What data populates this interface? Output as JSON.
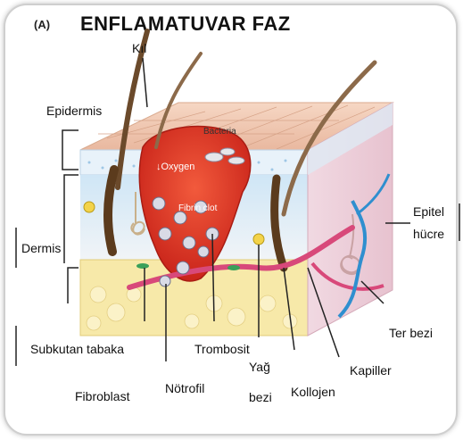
{
  "panel_tag": "(A)",
  "title": "ENFLAMATUVAR FAZ",
  "labels": {
    "kil": "Kıl",
    "epidermis": "Epidermis",
    "dermis": "Dermis",
    "subkutan": "Subkutan tabaka",
    "fibroblast": "Fibroblast",
    "notrofil": "Nötrofil",
    "trombosit": "Trombosit",
    "yag_line1": "Yağ",
    "yag_line2": "bezi",
    "kollojen": "Kollojen",
    "kapiller": "Kapiller",
    "ter_bezi": "Ter bezi",
    "epitel_line1": "Epitel",
    "epitel_line2": "hücre"
  },
  "inner_labels": {
    "bacteria": "Bacteria",
    "oxygen": "↓Oxygen",
    "fibrin_clot": "Fibrin clot"
  },
  "colors": {
    "epidermis_top": "#f2c9b3",
    "dermis": "#dcecf7",
    "subcutaneous": "#f6e7a6",
    "wound": "#e53b2a",
    "hair": "#6b4a2b",
    "vessel_red": "#d8497a",
    "vessel_blue": "#2f8fcf"
  }
}
